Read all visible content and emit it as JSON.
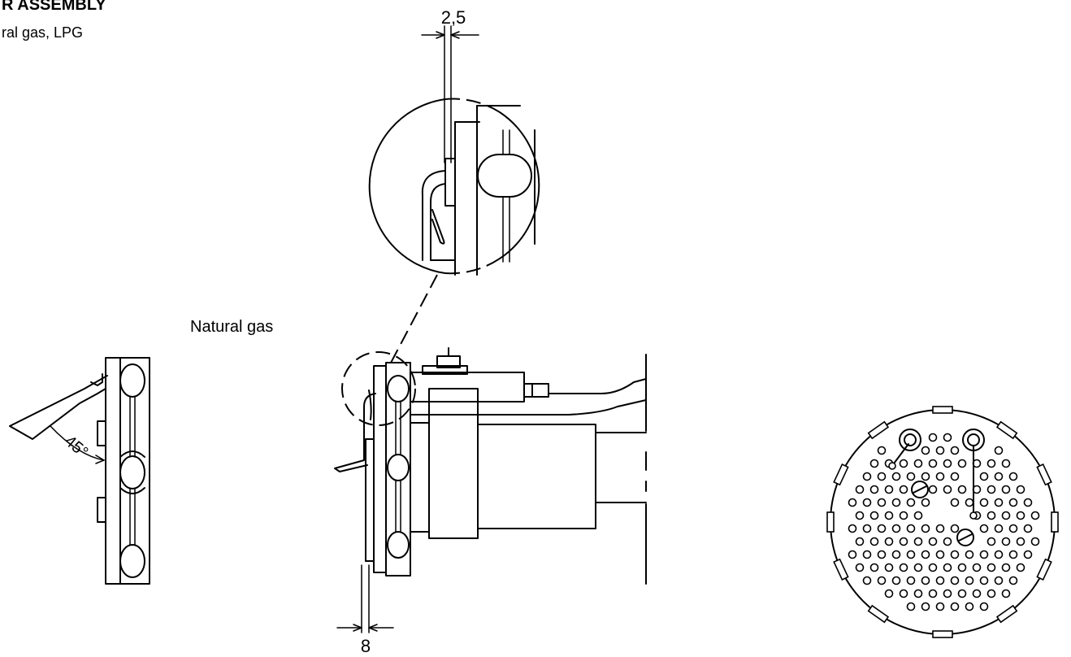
{
  "header": {
    "title": "R ASSEMBLY",
    "subtitle": "ral gas, LPG"
  },
  "labels": {
    "natural_gas": "Natural gas",
    "angle": "45°",
    "dim_top": "2,5",
    "dim_bottom": "8"
  }
}
